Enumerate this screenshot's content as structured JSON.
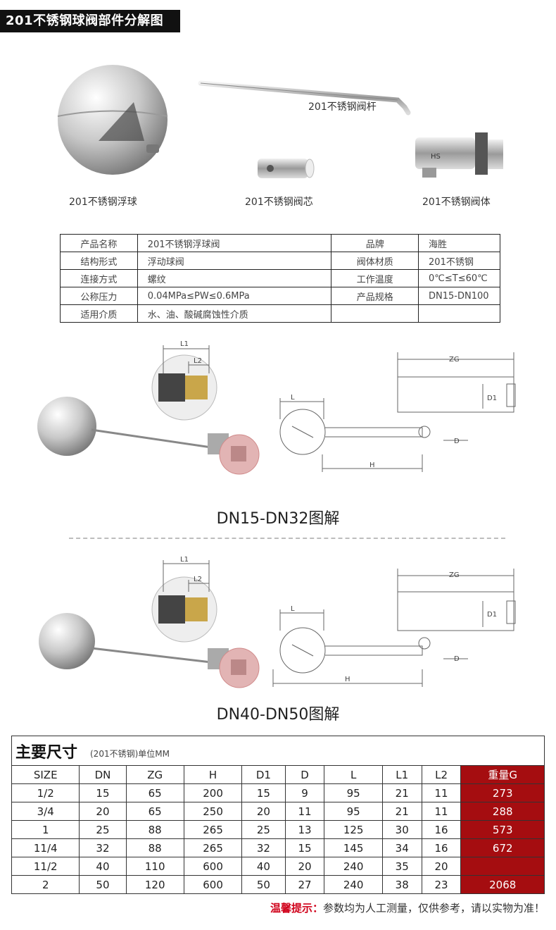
{
  "header": {
    "title": "201不锈钢球阀部件分解图"
  },
  "parts": {
    "rod": "201不锈钢阀杆",
    "ball": "201不锈钢浮球",
    "core": "201不锈钢阀芯",
    "body": "201不锈钢阀体",
    "body_stamp": "HS"
  },
  "spec": {
    "rows": [
      {
        "k1": "产品名称",
        "v1": "201不锈钢浮球阀",
        "k2": "品牌",
        "v2": "海胜"
      },
      {
        "k1": "结构形式",
        "v1": "浮动球阀",
        "k2": "阀体材质",
        "v2": "201不锈钢"
      },
      {
        "k1": "连接方式",
        "v1": "螺纹",
        "k2": "工作温度",
        "v2": "0℃≤T≤60℃"
      },
      {
        "k1": "公称压力",
        "v1": "0.04MPa≤PW≤0.6MPa",
        "k2": "产品规格",
        "v2": "DN15-DN100"
      },
      {
        "k1": "适用介质",
        "v1": "水、油、酸碱腐蚀性介质",
        "k2": "",
        "v2": ""
      }
    ]
  },
  "diagram_labels": {
    "l1": "L1",
    "l2": "L2",
    "zg": "ZG",
    "l": "L",
    "d1": "D1",
    "d": "D",
    "h": "H"
  },
  "captions": {
    "first": "DN15-DN32图解",
    "second": "DN40-DN50图解"
  },
  "dimensions": {
    "title": "主要尺寸",
    "subtitle": "(201不锈钢)单位MM",
    "headers": [
      "SIZE",
      "DN",
      "ZG",
      "H",
      "D1",
      "D",
      "L",
      "L1",
      "L2",
      "重量G"
    ],
    "rows": [
      [
        "1/2",
        "15",
        "65",
        "200",
        "15",
        "9",
        "95",
        "21",
        "11",
        "273"
      ],
      [
        "3/4",
        "20",
        "65",
        "250",
        "20",
        "11",
        "95",
        "21",
        "11",
        "288"
      ],
      [
        "1",
        "25",
        "88",
        "265",
        "25",
        "13",
        "125",
        "30",
        "16",
        "573"
      ],
      [
        "11/4",
        "32",
        "88",
        "265",
        "32",
        "15",
        "145",
        "34",
        "16",
        "672"
      ],
      [
        "11/2",
        "40",
        "110",
        "600",
        "40",
        "20",
        "240",
        "35",
        "20",
        ""
      ],
      [
        "2",
        "50",
        "120",
        "600",
        "50",
        "27",
        "240",
        "38",
        "23",
        "2068"
      ]
    ]
  },
  "footer": {
    "warn": "温馨提示：",
    "text": "参数均为人工测量，仅供参考，请以实物为准！"
  },
  "colors": {
    "header_bg": "#111111",
    "weight_bg": "#a50d10",
    "warn": "#d0021b"
  }
}
